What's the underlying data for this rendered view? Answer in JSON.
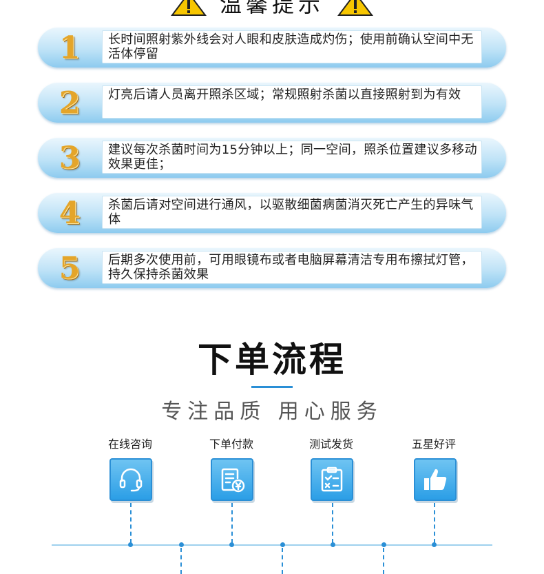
{
  "header": {
    "title": "温馨提示"
  },
  "tips": [
    {
      "num": "1",
      "text": "长时间照射紫外线会对人眼和皮肤造成灼伤；使用前确认空间中无活体停留"
    },
    {
      "num": "2",
      "text": "灯亮后请人员离开照杀区域；常规照射杀菌以直接照射到为有效"
    },
    {
      "num": "3",
      "text": "建议每次杀菌时间为15分钟以上；同一空间，照杀位置建议多移动效果更佳；"
    },
    {
      "num": "4",
      "text": "杀菌后请对空间进行通风，以驱散细菌病菌消灭死亡产生的异味气体"
    },
    {
      "num": "5",
      "text": "后期多次使用前，可用眼镜布或者电脑屏幕清洁专用布擦拭灯管，持久保持杀菌效果"
    }
  ],
  "section": {
    "title": "下单流程",
    "subtitle": "专注品质 用心服务"
  },
  "steps": [
    {
      "label": "在线咨询",
      "icon": "headset-icon"
    },
    {
      "label": "下单付款",
      "icon": "payment-icon"
    },
    {
      "label": "测试发货",
      "icon": "checklist-icon"
    },
    {
      "label": "五星好评",
      "icon": "thumbs-up-icon"
    }
  ],
  "colors": {
    "accent": "#2a8fd6",
    "tip_bg": "#bfe3f7",
    "number_gold": "#e4a52a"
  }
}
